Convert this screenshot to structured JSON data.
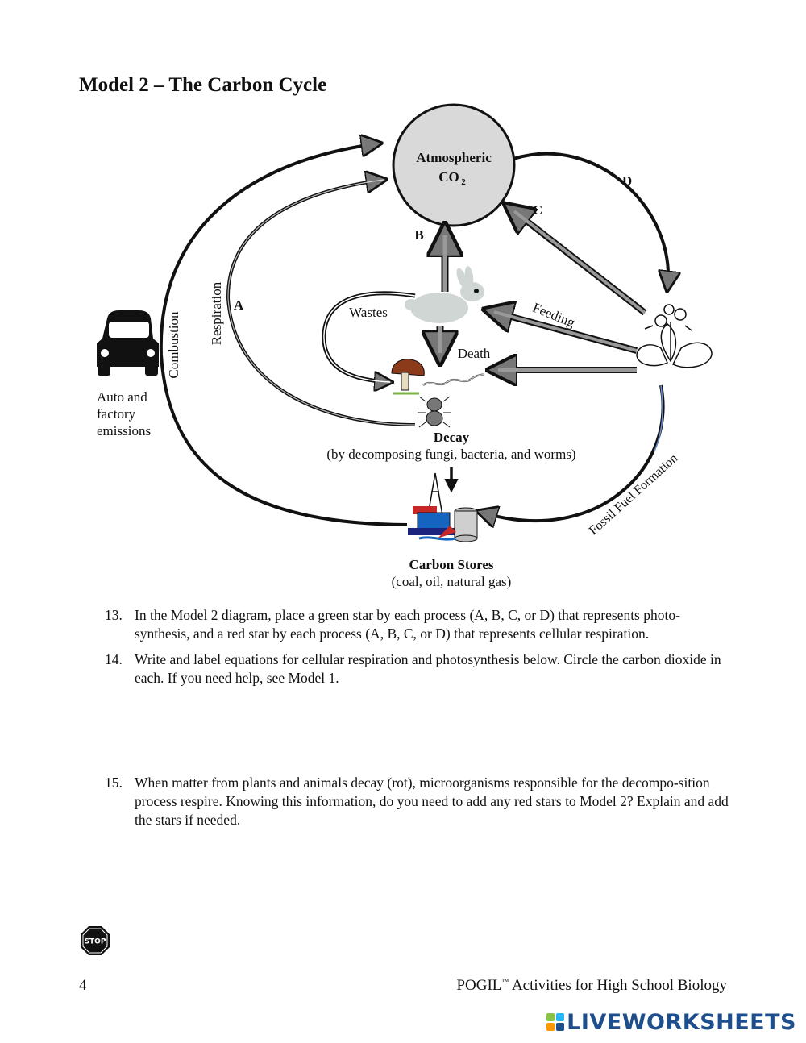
{
  "title": "Model 2 – The Carbon Cycle",
  "diagram": {
    "atmosphere": {
      "line1": "Atmospheric",
      "co2_main": "CO",
      "co2_sub": "2"
    },
    "labels": {
      "A": "A",
      "B": "B",
      "C": "C",
      "D": "D",
      "respiration": "Respiration",
      "combustion": "Combustion",
      "wastes": "Wastes",
      "death": "Death",
      "feeding": "Feeding",
      "fossil": "Fossil Fuel Formation",
      "auto_line1": "Auto and",
      "auto_line2": "factory",
      "auto_line3": "emissions",
      "decay_title": "Decay",
      "decay_sub": "(by decomposing fungi, bacteria, and worms)",
      "stores_title": "Carbon Stores",
      "stores_sub": "(coal, oil, natural gas)"
    }
  },
  "questions": [
    {
      "num": "13.",
      "text": "In the Model 2 diagram, place a green star by each process (A, B, C, or D) that represents photo-synthesis, and a red star by each process (A, B, C, or D) that represents cellular respiration."
    },
    {
      "num": "14.",
      "text": "Write and label equations for cellular respiration and photosynthesis below. Circle the carbon dioxide in each. If you need help, see Model 1."
    },
    {
      "num": "15.",
      "text": "When matter from plants and animals decay (rot), microorganisms responsible for the decompo-sition process respire. Knowing this information, do you need to add any red stars to Model 2? Explain and add the stars if needed."
    }
  ],
  "stop_icon": {
    "icon": "stop-sign-icon",
    "text": "STOP"
  },
  "footer": {
    "page": "4",
    "book_title": "POGIL",
    "tm": "™",
    "book_rest": " Activities for High School Biology"
  },
  "brand": {
    "name": "LIVEWORKSHEETS",
    "color": "#1f4e8c"
  }
}
